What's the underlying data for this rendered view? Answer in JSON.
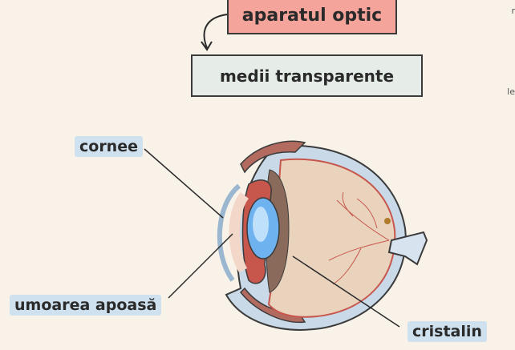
{
  "title": "aparatul optic",
  "subtitle": "medii transparente",
  "labels": {
    "cornee": "cornee",
    "umoarea": "umoarea apoasă",
    "cristalin": "cristalin"
  },
  "edge_fragments": [
    "r",
    "le"
  ],
  "colors": {
    "background": "#f8f2e8",
    "title_fill": "#f4a49a",
    "subtitle_fill": "#e6ede8",
    "label_highlight": "#cfe0ee",
    "sclera": "#ead3bd",
    "lens": "#6fb2f0",
    "muscle": "#c7574d"
  }
}
